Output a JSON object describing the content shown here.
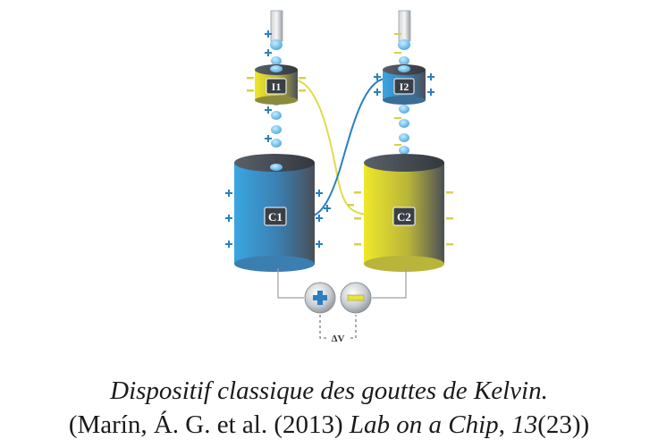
{
  "diagram": {
    "labels": {
      "inductor_left": "I1",
      "inductor_right": "I2",
      "collector_left": "C1",
      "collector_right": "C2",
      "voltage": "ΔV"
    },
    "colors": {
      "blue": "#3a9ad6",
      "yellow": "#e9e32e",
      "dark": "#4a4f57",
      "drop": "#7fc4e6",
      "wire_blue": "#2b7fc0",
      "wire_yellow": "#e0dc4a"
    }
  },
  "caption": {
    "line1": "Dispositif classique des gouttes de Kelvin.",
    "line2_prefix": "(Marín, Á. G. et al. (2013) ",
    "line2_journal": "Lab on a Chip",
    "line2_sep": ", ",
    "line2_volume": "13",
    "line2_suffix": "(23))"
  }
}
